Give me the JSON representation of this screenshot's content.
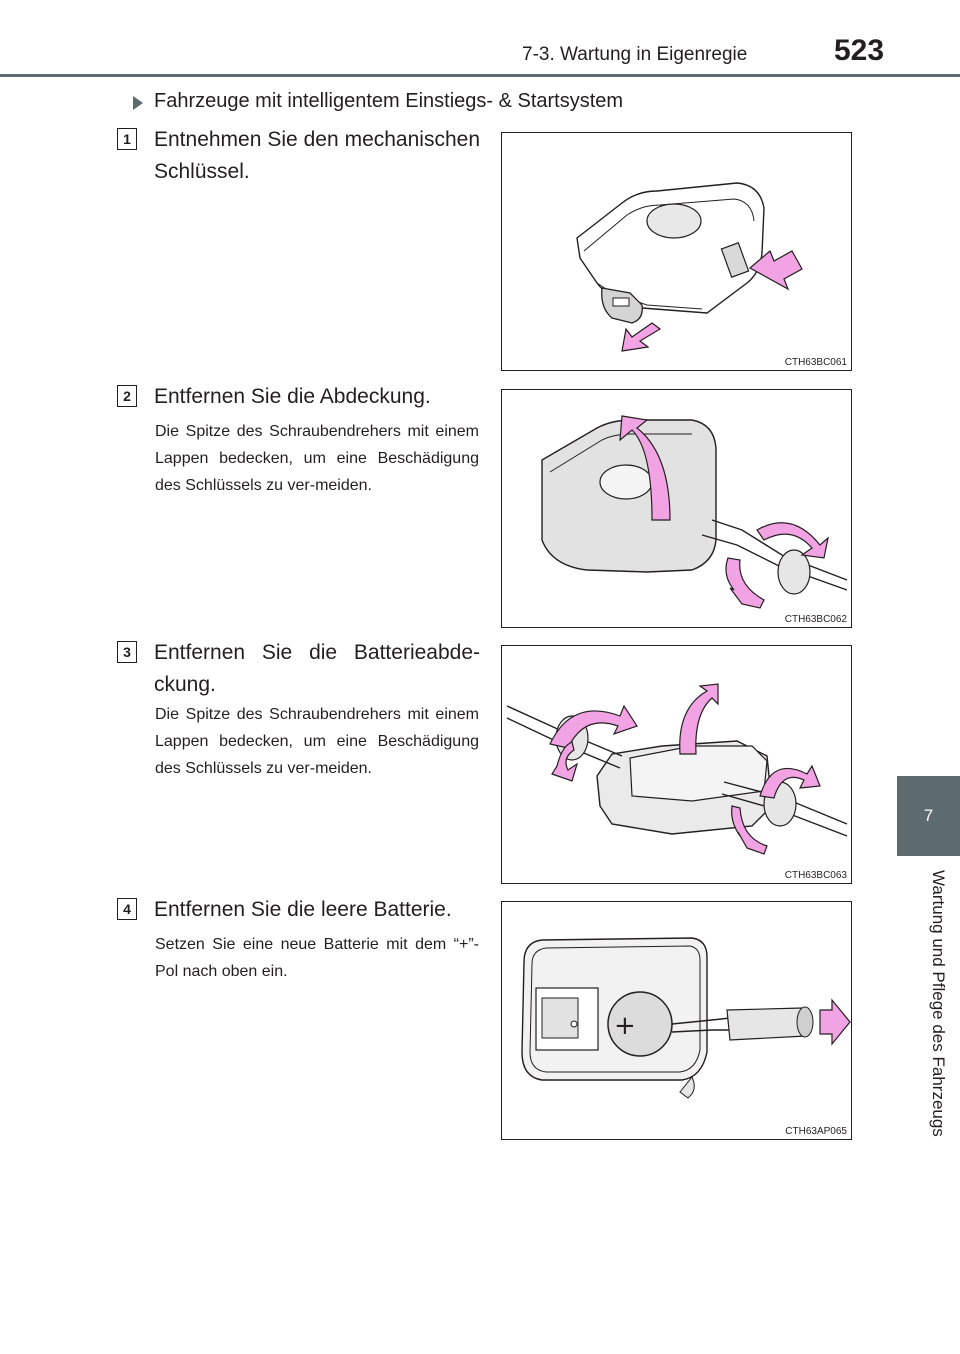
{
  "header": {
    "section": "7-3. Wartung in Eigenregie",
    "page_number": "523"
  },
  "side_tab": {
    "number": "7",
    "text": "Wartung und Pflege des Fahrzeugs"
  },
  "subheading": "Fahrzeuge mit intelligentem Einstiegs- & Startsystem",
  "steps": [
    {
      "number": "1",
      "heading": "Entnehmen Sie den mechanischen Schlüssel.",
      "note": "",
      "figure_code": "CTH63BC061"
    },
    {
      "number": "2",
      "heading": "Entfernen Sie die Abdeckung.",
      "note": "Die Spitze des Schraubendrehers mit einem Lappen bedecken, um eine Beschädigung des Schlüssels zu ver-meiden.",
      "figure_code": "CTH63BC062"
    },
    {
      "number": "3",
      "heading": "Entfernen Sie die Batterieabde-ckung.",
      "note": "Die Spitze des Schraubendrehers mit einem Lappen bedecken, um eine Beschädigung des Schlüssels zu ver-meiden.",
      "figure_code": "CTH63BC063"
    },
    {
      "number": "4",
      "heading": "Entfernen Sie die leere Batterie.",
      "note": "Setzen Sie eine neue Batterie mit dem “+”-Pol nach oben ein.",
      "figure_code": "CTH63AP065"
    }
  ],
  "colors": {
    "accent": "#5d6a6e",
    "arrow": "#f2a3e3",
    "text": "#231f20"
  }
}
